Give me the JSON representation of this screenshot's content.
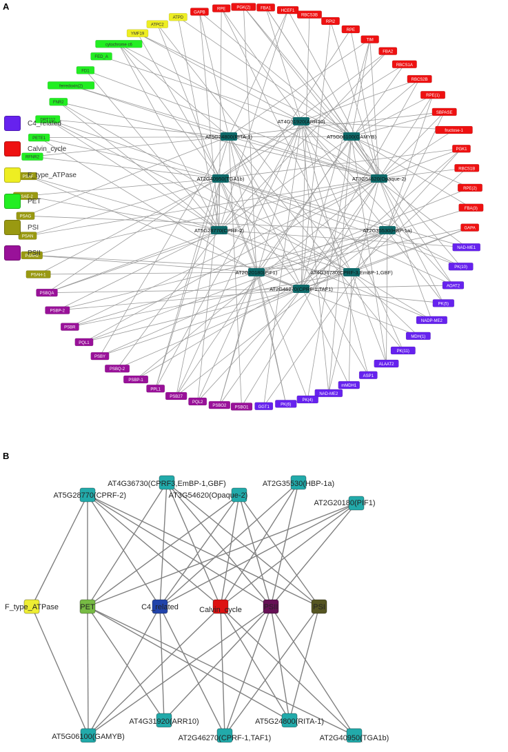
{
  "panel_a": {
    "letter": "A",
    "legend": [
      {
        "label": "C4_related",
        "color": "#6622ee"
      },
      {
        "label": "Calvin_cycle",
        "color": "#ee1111"
      },
      {
        "label": "F_type_ATPase",
        "color": "#eeee22"
      },
      {
        "label": "PET",
        "color": "#22ee22"
      },
      {
        "label": "PSI",
        "color": "#999911"
      },
      {
        "label": "PSII",
        "color": "#991199"
      }
    ],
    "tfs": [
      {
        "id": "ARR10",
        "label": "AT4G31920(ARR10)"
      },
      {
        "id": "RITA1",
        "label": "AT5G24800(RITA-1)"
      },
      {
        "id": "GAMYB",
        "label": "AT5G06100(GAMYB)"
      },
      {
        "id": "TGA1b",
        "label": "AT2G40950(TGA1b)"
      },
      {
        "id": "OPAQUE",
        "label": "AT3G54620(Opaque-2)"
      },
      {
        "id": "CPRF2",
        "label": "AT5G28770(CPRF-2)"
      },
      {
        "id": "HBP",
        "label": "AT2G35530(HBP-1a)"
      },
      {
        "id": "PIF1",
        "label": "AT2G20180(PIF1)"
      },
      {
        "id": "CPRF3",
        "label": "AT4G36730(CPRF-3,EmBP-1,GBF)"
      },
      {
        "id": "CPRF1",
        "label": "AT2G46270(CPRF-1,TAF1)"
      }
    ],
    "genes": [
      {
        "label": "GAPB",
        "cat": "Calvin_cycle"
      },
      {
        "label": "RPE",
        "cat": "Calvin_cycle"
      },
      {
        "label": "PGK(2)",
        "cat": "Calvin_cycle"
      },
      {
        "label": "FBA1",
        "cat": "Calvin_cycle"
      },
      {
        "label": "HCEF1",
        "cat": "Calvin_cycle"
      },
      {
        "label": "RBCS3B",
        "cat": "Calvin_cycle"
      },
      {
        "label": "RPI2",
        "cat": "Calvin_cycle"
      },
      {
        "label": "RPE",
        "cat": "Calvin_cycle"
      },
      {
        "label": "TIM",
        "cat": "Calvin_cycle"
      },
      {
        "label": "FBA2",
        "cat": "Calvin_cycle"
      },
      {
        "label": "RBCS1A",
        "cat": "Calvin_cycle"
      },
      {
        "label": "RBCS2B",
        "cat": "Calvin_cycle"
      },
      {
        "label": "RPE(1)",
        "cat": "Calvin_cycle"
      },
      {
        "label": "SBPASE",
        "cat": "Calvin_cycle"
      },
      {
        "label": "fructose-1",
        "cat": "Calvin_cycle"
      },
      {
        "label": "PGK1",
        "cat": "Calvin_cycle"
      },
      {
        "label": "RBCS1B",
        "cat": "Calvin_cycle"
      },
      {
        "label": "RPE(2)",
        "cat": "Calvin_cycle"
      },
      {
        "label": "FBA(3)",
        "cat": "Calvin_cycle"
      },
      {
        "label": "GAPA",
        "cat": "Calvin_cycle"
      },
      {
        "label": "NAD-ME1",
        "cat": "C4_related"
      },
      {
        "label": "PK(10)",
        "cat": "C4_related"
      },
      {
        "label": "AOAT2",
        "cat": "C4_related"
      },
      {
        "label": "PK(5)",
        "cat": "C4_related"
      },
      {
        "label": "NADP-ME2",
        "cat": "C4_related"
      },
      {
        "label": "MDH(1)",
        "cat": "C4_related"
      },
      {
        "label": "PK(11)",
        "cat": "C4_related"
      },
      {
        "label": "ALAAT2",
        "cat": "C4_related"
      },
      {
        "label": "ASP1",
        "cat": "C4_related"
      },
      {
        "label": "mMDH1",
        "cat": "C4_related"
      },
      {
        "label": "NAD-ME2",
        "cat": "C4_related"
      },
      {
        "label": "PK(4)",
        "cat": "C4_related"
      },
      {
        "label": "PK(6)",
        "cat": "C4_related"
      },
      {
        "label": "GGT1",
        "cat": "C4_related"
      },
      {
        "label": "PSBO1",
        "cat": "PSII"
      },
      {
        "label": "PSBO2",
        "cat": "PSII"
      },
      {
        "label": "PQL2",
        "cat": "PSII"
      },
      {
        "label": "PSB27",
        "cat": "PSII"
      },
      {
        "label": "PPL1",
        "cat": "PSII"
      },
      {
        "label": "PSBP-1",
        "cat": "PSII"
      },
      {
        "label": "PSBQ-2",
        "cat": "PSII"
      },
      {
        "label": "PSBY",
        "cat": "PSII"
      },
      {
        "label": "PQL1",
        "cat": "PSII"
      },
      {
        "label": "PSBR",
        "cat": "PSII"
      },
      {
        "label": "PSBP-2",
        "cat": "PSII"
      },
      {
        "label": "PSBQA",
        "cat": "PSII"
      },
      {
        "label": "PSAH-1",
        "cat": "PSI"
      },
      {
        "label": "PSAH2",
        "cat": "PSI"
      },
      {
        "label": "PSAN",
        "cat": "PSI"
      },
      {
        "label": "PSAG",
        "cat": "PSI"
      },
      {
        "label": "PSAE-2",
        "cat": "PSI"
      },
      {
        "label": "PSAF",
        "cat": "PSI"
      },
      {
        "label": "RFNR2",
        "cat": "PET"
      },
      {
        "label": "PETE1",
        "cat": "PET"
      },
      {
        "label": "DRT112",
        "cat": "PET"
      },
      {
        "label": "FNR2",
        "cat": "PET"
      },
      {
        "label": "ferredoxin(2)",
        "cat": "PET"
      },
      {
        "label": "FD1",
        "cat": "PET"
      },
      {
        "label": "FED_A",
        "cat": "PET"
      },
      {
        "label": "cytochrome c6",
        "cat": "PET"
      },
      {
        "label": "YMF19",
        "cat": "F_type_ATPase"
      },
      {
        "label": "ATPC2",
        "cat": "F_type_ATPase"
      },
      {
        "label": "ATPD",
        "cat": "F_type_ATPase"
      }
    ]
  },
  "panel_b": {
    "letter": "B",
    "tfs": [
      {
        "id": "CPRF2",
        "label": "AT5G28770(CPRF-2)"
      },
      {
        "id": "CPRF3",
        "label": "AT4G36730(CPRF3,EmBP-1,GBF)"
      },
      {
        "id": "OPAQUE",
        "label": "AT3G54620(Opaque-2)"
      },
      {
        "id": "HBP",
        "label": "AT2G35530(HBP-1a)"
      },
      {
        "id": "PIF1",
        "label": "AT2G20180(PIF1)"
      },
      {
        "id": "GAMYB",
        "label": "AT5G06100(GAMYB)"
      },
      {
        "id": "ARR10",
        "label": "AT4G31920(ARR10)"
      },
      {
        "id": "CPRF1",
        "label": "AT2G46270(CPRF-1,TAF1)"
      },
      {
        "id": "RITA1",
        "label": "AT5G24800(RITA-1)"
      },
      {
        "id": "TGA1b",
        "label": "AT2G40950(TGA1b)"
      }
    ],
    "categories": [
      {
        "id": "FTYPE",
        "label": "F_type_ATPase",
        "color": "#eeee33"
      },
      {
        "id": "PET",
        "label": "PET",
        "color": "#77bb44"
      },
      {
        "id": "C4",
        "label": "C4_related",
        "color": "#2244aa"
      },
      {
        "id": "CALVIN",
        "label": "Calvin_cycle",
        "color": "#dd1111"
      },
      {
        "id": "PSII",
        "label": "PSII",
        "color": "#661155"
      },
      {
        "id": "PSI",
        "label": "PSI",
        "color": "#555522"
      }
    ],
    "tf_color": "#22aaaa",
    "edges": [
      [
        "CPRF2",
        "FTYPE"
      ],
      [
        "CPRF2",
        "PET"
      ],
      [
        "CPRF2",
        "C4"
      ],
      [
        "CPRF2",
        "CALVIN"
      ],
      [
        "CPRF2",
        "PSII"
      ],
      [
        "CPRF2",
        "PSI"
      ],
      [
        "CPRF3",
        "PET"
      ],
      [
        "CPRF3",
        "C4"
      ],
      [
        "CPRF3",
        "CALVIN"
      ],
      [
        "CPRF3",
        "PSII"
      ],
      [
        "CPRF3",
        "PSI"
      ],
      [
        "OPAQUE",
        "PET"
      ],
      [
        "OPAQUE",
        "C4"
      ],
      [
        "OPAQUE",
        "CALVIN"
      ],
      [
        "OPAQUE",
        "PSII"
      ],
      [
        "OPAQUE",
        "PSI"
      ],
      [
        "HBP",
        "C4"
      ],
      [
        "HBP",
        "CALVIN"
      ],
      [
        "HBP",
        "PSII"
      ],
      [
        "PIF1",
        "PET"
      ],
      [
        "PIF1",
        "C4"
      ],
      [
        "PIF1",
        "CALVIN"
      ],
      [
        "PIF1",
        "PSII"
      ],
      [
        "GAMYB",
        "FTYPE"
      ],
      [
        "GAMYB",
        "PET"
      ],
      [
        "GAMYB",
        "C4"
      ],
      [
        "GAMYB",
        "CALVIN"
      ],
      [
        "GAMYB",
        "PSII"
      ],
      [
        "ARR10",
        "PET"
      ],
      [
        "ARR10",
        "C4"
      ],
      [
        "ARR10",
        "PSII"
      ],
      [
        "CPRF1",
        "C4"
      ],
      [
        "CPRF1",
        "CALVIN"
      ],
      [
        "CPRF1",
        "PSII"
      ],
      [
        "CPRF1",
        "PSI"
      ],
      [
        "RITA1",
        "PET"
      ],
      [
        "RITA1",
        "CALVIN"
      ],
      [
        "RITA1",
        "PSII"
      ],
      [
        "RITA1",
        "PSI"
      ],
      [
        "TGA1b",
        "PET"
      ],
      [
        "TGA1b",
        "CALVIN"
      ],
      [
        "TGA1b",
        "PSII"
      ]
    ]
  }
}
